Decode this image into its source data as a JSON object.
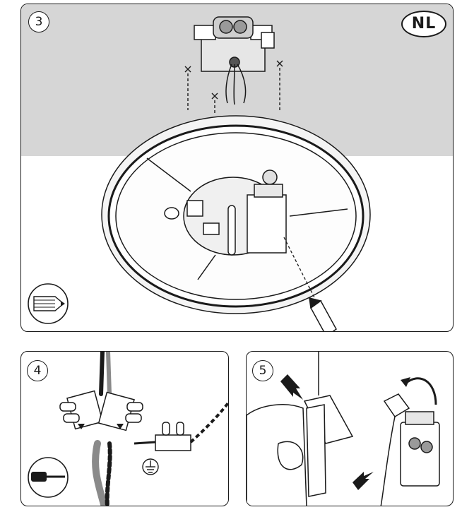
{
  "steps": {
    "main": "3",
    "wiring": "4",
    "cover": "5"
  },
  "language_badge": "NL",
  "icons": {
    "pencil": "pencil-icon",
    "screwdriver": "screwdriver-icon",
    "ground": "ground-symbol-icon"
  },
  "colors": {
    "ceiling": "#d6d6d6",
    "line": "#1a1a1a",
    "wire_brown": "#8a8a8a",
    "panel_border": "#1a1a1a"
  }
}
